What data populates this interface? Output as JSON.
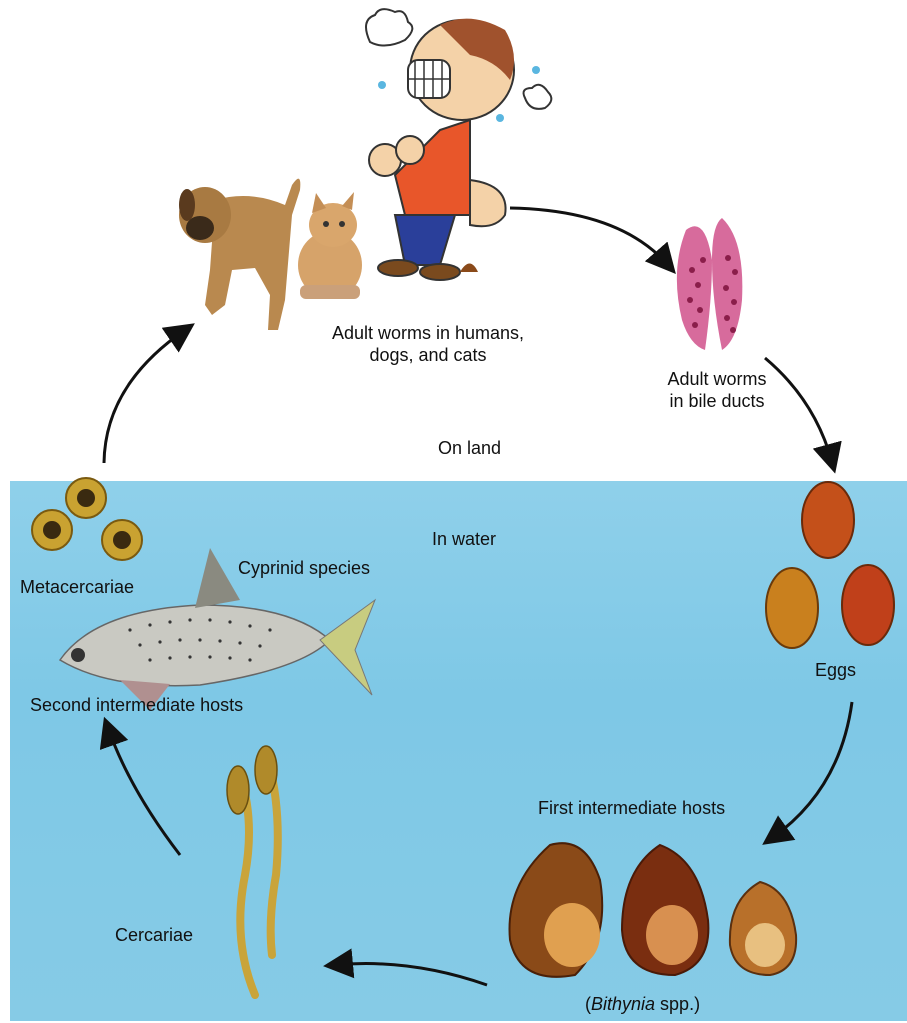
{
  "labels": {
    "adult_hosts_line1": "Adult worms in humans,",
    "adult_hosts_line2": "dogs, and cats",
    "bile_line1": "Adult worms",
    "bile_line2": "in bile ducts",
    "on_land": "On land",
    "in_water": "In water",
    "cyprinid": "Cyprinid species",
    "metacercariae": "Metacercariae",
    "second_hosts": "Second intermediate hosts",
    "eggs": "Eggs",
    "first_hosts": "First intermediate hosts",
    "cercariae": "Cercariae",
    "bithynia_open": "(",
    "bithynia_genus": "Bithynia",
    "bithynia_rest": " spp.)"
  },
  "colors": {
    "water": "#86cbe6",
    "arrow": "#111111",
    "worm_pink": "#c0407a",
    "egg_orange": "#c4501a",
    "snail_brown": "#8a3a10",
    "cercaria_tan": "#c9a43a",
    "fish_silver": "#b8b8b0"
  }
}
